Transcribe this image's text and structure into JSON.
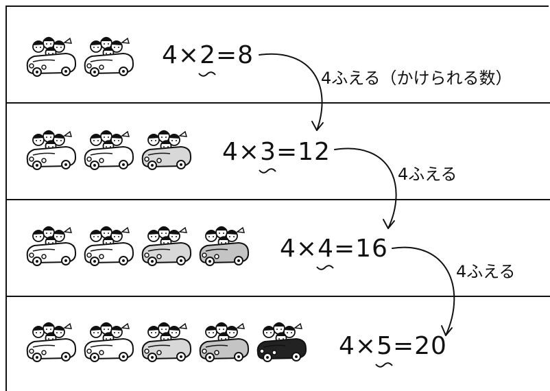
{
  "rows": [
    {
      "a": "4",
      "times": "×",
      "b": "2",
      "eq": "=",
      "result": "8",
      "cars": 2
    },
    {
      "a": "4",
      "times": "×",
      "b": "3",
      "eq": "=",
      "result": "12",
      "cars": 3
    },
    {
      "a": "4",
      "times": "×",
      "b": "4",
      "eq": "=",
      "result": "16",
      "cars": 4
    },
    {
      "a": "4",
      "times": "×",
      "b": "5",
      "eq": "=",
      "result": "20",
      "cars": 5
    }
  ],
  "notes": [
    "4ふえる（かけられる数）",
    "4ふえる",
    "4ふえる"
  ],
  "colors": {
    "line": "#111111",
    "background": "#ffffff"
  },
  "icons": [
    "car-with-children-icon",
    "curved-arrow-icon",
    "wavy-underline-icon"
  ]
}
